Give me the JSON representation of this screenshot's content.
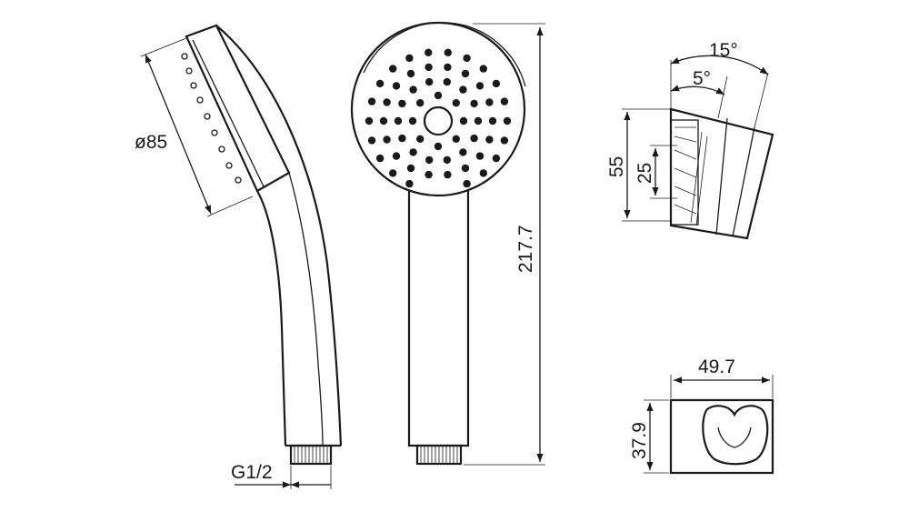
{
  "dimensions": {
    "head_diameter": "ø85",
    "thread": "G1/2",
    "total_length": "217.7",
    "angle_outer": "15°",
    "angle_inner": "5°",
    "holder_height": "55",
    "holder_inner_height": "25",
    "bracket_width": "49.7",
    "bracket_height": "37.9"
  },
  "colors": {
    "line": "#1a1a1a",
    "nozzle": "#1a1a1a",
    "background": "#ffffff"
  }
}
